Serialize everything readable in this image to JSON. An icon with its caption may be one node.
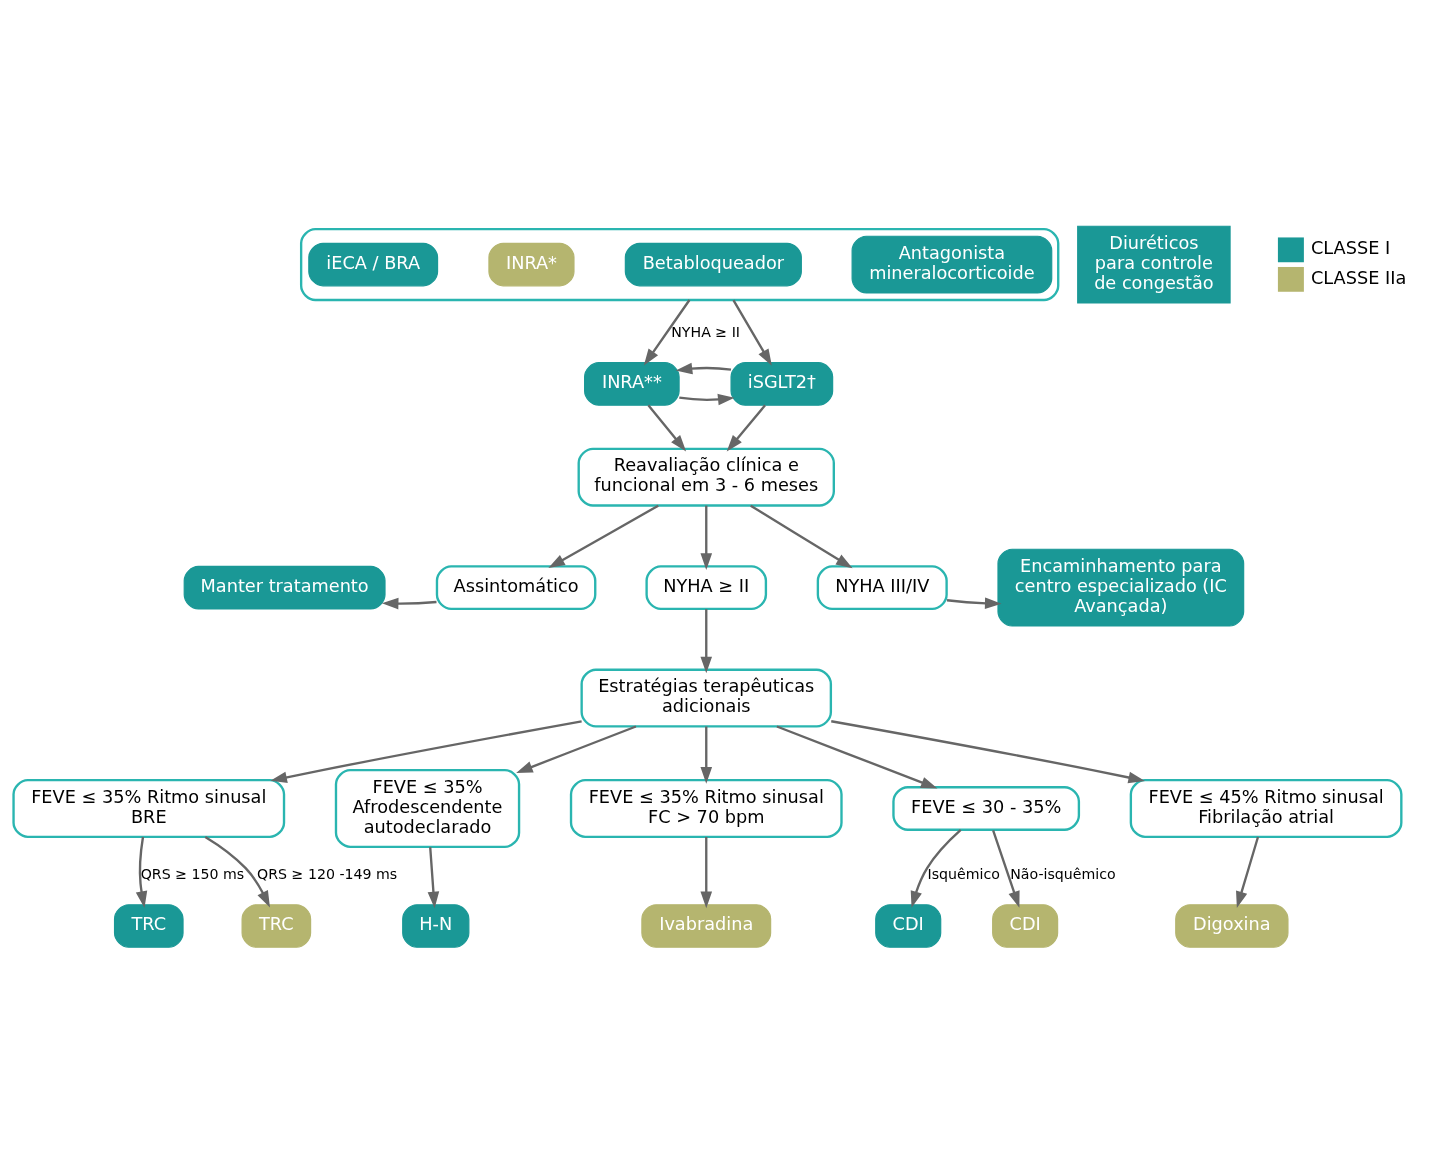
{
  "diagram": {
    "nodes": [
      {
        "text": [],
        "shape": "box"
      },
      {
        "text": [
          "iECA / BRA"
        ],
        "in": 0
      },
      {
        "text": [
          "INRA*"
        ],
        "in": 0
      },
      {
        "text": [
          "Betabloqueador"
        ],
        "in": 0
      },
      {
        "text": [
          "Antagonista mineralocorticoide"
        ],
        "in": 0
      },
      {
        "text": [
          "Diuréticos para controle de congestão"
        ]
      },
      {
        "text": [
          "INRA**"
        ]
      },
      {
        "text": [
          "iSGLT2†"
        ]
      },
      {
        "text": [
          "Reavaliação clínica e funcional em 3 - 6 meses"
        ]
      },
      {
        "text": [
          "Manter tratamento"
        ]
      },
      {
        "text": [
          "Assintomático"
        ]
      },
      {
        "text": [
          "NYHA ≥ II"
        ]
      },
      {
        "text": [
          "NYHA III/IV"
        ]
      },
      {
        "text": [
          "Encaminhamento para centro especializado (IC Avançada)"
        ]
      },
      {
        "text": [
          "Estratégias terapêuticas adicionais"
        ]
      },
      {
        "text": [
          "FEVE ≤ 35% Ritmo sinusal BRE"
        ]
      },
      {
        "text": [
          "FEVE ≤ 35% Afrodescendente autodeclarado"
        ]
      },
      {
        "text": [
          "FEVE ≤ 35% Ritmo sinusal FC > 70 bpm"
        ]
      },
      {
        "text": [
          "FEVE ≤ 30 - 35%"
        ]
      },
      {
        "text": [
          "FEVE ≤ 45% Ritmo sinusal Fibrilação atrial"
        ]
      },
      {
        "text": [
          "TRC"
        ]
      },
      {
        "text": [
          "TRC"
        ]
      },
      {
        "text": [
          "H-N"
        ]
      },
      {
        "text": [
          "Ivabradina"
        ]
      },
      {
        "text": [
          "CDI"
        ]
      },
      {
        "text": [
          "CDI"
        ]
      },
      {
        "text": [
          "Digoxina"
        ]
      }
    ],
    "edges": [
      {
        "from": 0,
        "to": 6,
        "arrow": "to",
        "label": "NYHA ≥ II"
      },
      {
        "from": 0,
        "to": 7,
        "arrow": "to"
      },
      {
        "from": 6,
        "to": 7,
        "arrow": "to"
      },
      {
        "from": 7,
        "to": 6,
        "arrow": "to"
      },
      {
        "from": 6,
        "to": 8,
        "arrow": "to"
      },
      {
        "from": 7,
        "to": 8,
        "arrow": "to"
      },
      {
        "from": 8,
        "to": 10,
        "arrow": "to"
      },
      {
        "from": 8,
        "to": 11,
        "arrow": "to"
      },
      {
        "from": 8,
        "to": 12,
        "arrow": "to"
      },
      {
        "from": 10,
        "to": 9,
        "arrow": "to"
      },
      {
        "from": 12,
        "to": 13,
        "arrow": "to"
      },
      {
        "from": 11,
        "to": 14,
        "arrow": "to"
      },
      {
        "from": 14,
        "to": 15,
        "arrow": "to"
      },
      {
        "from": 14,
        "to": 16,
        "arrow": "to"
      },
      {
        "from": 14,
        "to": 17,
        "arrow": "to"
      },
      {
        "from": 14,
        "to": 18,
        "arrow": "to"
      },
      {
        "from": 14,
        "to": 19,
        "arrow": "to"
      },
      {
        "from": 15,
        "to": 20,
        "arrow": "to",
        "label": "QRS ≥ 150 ms"
      },
      {
        "from": 15,
        "to": 21,
        "arrow": "to",
        "label": "QRS ≥ 120 -149 ms"
      },
      {
        "from": 16,
        "to": 22,
        "arrow": "to"
      },
      {
        "from": 17,
        "to": 23,
        "arrow": "to"
      },
      {
        "from": 18,
        "to": 24,
        "arrow": "to",
        "label": "Isquêmico"
      },
      {
        "from": 18,
        "to": 25,
        "arrow": "to",
        "label": "Não-isquêmico"
      },
      {
        "from": 19,
        "to": 26,
        "arrow": "to"
      }
    ],
    "legend": [
      {
        "text": "CLASSE I",
        "color": "#1a9896"
      },
      {
        "text": "CLASSE IIa",
        "color": "#b5b56f"
      }
    ]
  }
}
